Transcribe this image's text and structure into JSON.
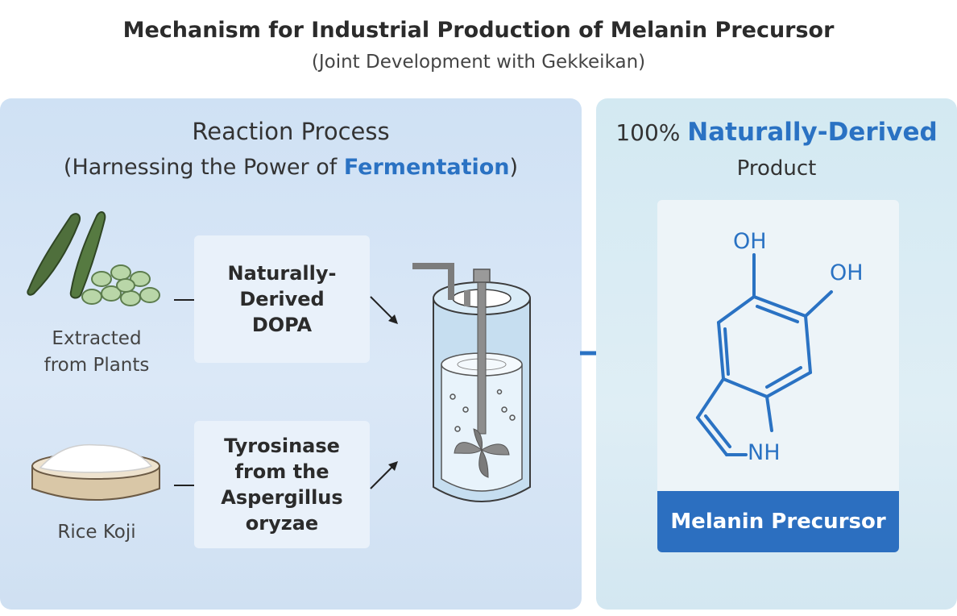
{
  "header": {
    "title": "Mechanism for Industrial Production of Melanin Precursor",
    "subtitle": "(Joint Development with Gekkeikan)"
  },
  "reaction": {
    "title": "Reaction Process",
    "subtitle_pre": "(Harnessing the Power of ",
    "subtitle_accent": "Fermentation",
    "subtitle_post": ")"
  },
  "inputs": {
    "plants_label_1": "Extracted",
    "plants_label_2": "from Plants",
    "koji_label": "Rice Koji"
  },
  "boxes": {
    "dopa": [
      "Naturally-",
      "Derived",
      "DOPA"
    ],
    "tyrosinase": [
      "Tyrosinase",
      "from the",
      "Aspergillus",
      "oryzae"
    ]
  },
  "product": {
    "title_pre": "100% ",
    "title_accent": "Naturally-Derived",
    "title_line2": "Product",
    "oh1": "OH",
    "oh2": "OH",
    "nh": "NH",
    "name": "Melanin Precursor"
  },
  "colors": {
    "accent": "#2a72c3",
    "label_bg": "#2c6fc0"
  }
}
